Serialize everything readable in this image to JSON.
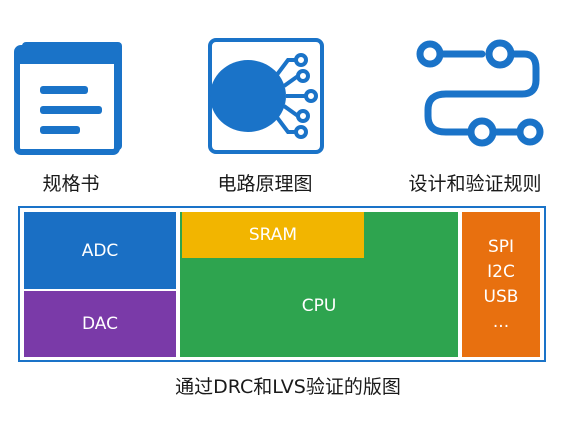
{
  "icons": [
    {
      "name": "document-icon",
      "label": "规格书"
    },
    {
      "name": "circuit-chip-icon",
      "label": "电路原理图"
    },
    {
      "name": "workflow-rules-icon",
      "label": "设计和验证规则"
    }
  ],
  "blocks": {
    "adc": "ADC",
    "dac": "DAC",
    "sram": "SRAM",
    "cpu": "CPU",
    "peripherals": [
      "SPI",
      "I2C",
      "USB",
      "..."
    ]
  },
  "caption": "通过DRC和LVS验证的版图",
  "colors": {
    "accent": "#1a73c8",
    "adc": "#1a6fc4",
    "dac": "#7a3aa8",
    "sram": "#f2b500",
    "cpu": "#2ea44f",
    "peripherals": "#e8700f"
  }
}
